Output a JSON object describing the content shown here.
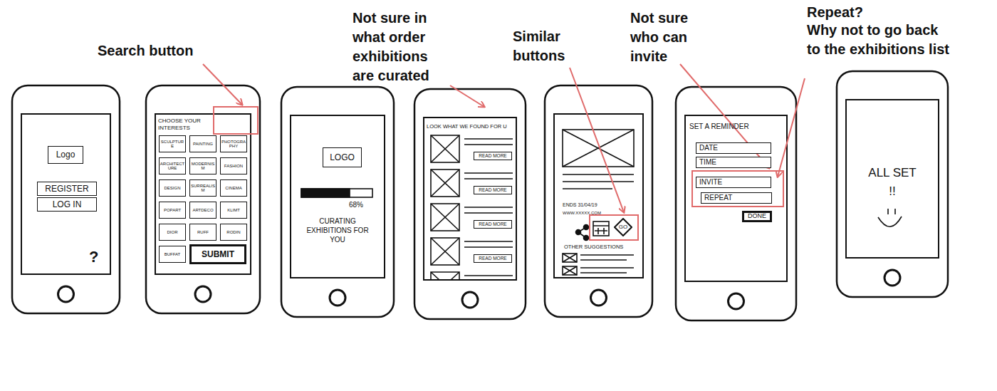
{
  "diagram": {
    "nodes": [
      {
        "text": [
          "?"
        ]
      },
      {
        "text": [
          "Logo"
        ],
        "in": 0
      },
      {
        "text": [
          "REGISTER"
        ],
        "in": 0
      },
      {
        "text": [
          "LOG IN"
        ],
        "in": 0
      },
      {
        "text": [
          "CHOOSE YOUR INTERESTS"
        ]
      },
      {
        "text": [
          "SCULPTURE"
        ],
        "in": 4
      },
      {
        "text": [
          "PAINTING"
        ],
        "in": 4
      },
      {
        "text": [
          "PHOTOGRAPHY"
        ],
        "in": 4
      },
      {
        "text": [
          "ARCHITECTURE"
        ],
        "in": 4
      },
      {
        "text": [
          "MODERNISM"
        ],
        "in": 4
      },
      {
        "text": [
          "FASHION"
        ],
        "in": 4
      },
      {
        "text": [
          "DESIGN"
        ],
        "in": 4
      },
      {
        "text": [
          "SURREALISM"
        ],
        "in": 4
      },
      {
        "text": [
          "CINEMA"
        ],
        "in": 4
      },
      {
        "text": [
          "POPART"
        ],
        "in": 4
      },
      {
        "text": [
          "ARTDECO"
        ],
        "in": 4
      },
      {
        "text": [
          "KLIMT"
        ],
        "in": 4
      },
      {
        "text": [
          "DIOR"
        ],
        "in": 4
      },
      {
        "text": [
          "RUFF"
        ],
        "in": 4
      },
      {
        "text": [
          "RODIN"
        ],
        "in": 4
      },
      {
        "text": [
          "BUFFAT"
        ],
        "in": 4
      },
      {
        "text": [
          "SUBMIT"
        ],
        "in": 4
      },
      {
        "text": [
          "68%",
          "CURATING EXHIBITIONS FOR YOU"
        ]
      },
      {
        "text": [
          "LOGO"
        ],
        "in": 22
      },
      {
        "text": [
          "LOOK WHAT WE FOUND FOR U"
        ]
      },
      {
        "text": [
          "READ MORE"
        ],
        "in": 24
      },
      {
        "text": [
          "READ MORE"
        ],
        "in": 24
      },
      {
        "text": [
          "READ MORE"
        ],
        "in": 24
      },
      {
        "text": [
          "READ MORE"
        ],
        "in": 24
      },
      {
        "text": [
          "ENDS 31/04/19",
          "WWW.XXXXX.COM",
          "OTHER SUGGESTIONS"
        ]
      },
      {
        "text": [
          "GO"
        ],
        "in": 29
      },
      {
        "text": [
          "SET A REMINDER"
        ]
      },
      {
        "text": [
          "DATE"
        ],
        "in": 31
      },
      {
        "text": [
          "TIME"
        ],
        "in": 31
      },
      {
        "text": [
          "INVITE"
        ],
        "in": 31
      },
      {
        "text": [
          "REPEAT"
        ],
        "in": 31
      },
      {
        "text": [
          "DONE"
        ],
        "in": 31
      },
      {
        "text": [
          "ALL SET !!"
        ]
      }
    ],
    "labels": [
      "Search button",
      "Not sure in what order exhibitions are curated",
      "Similar buttons",
      "Not sure who can invite",
      "Repeat?",
      "Why not to go back to the exhibitions list"
    ]
  }
}
